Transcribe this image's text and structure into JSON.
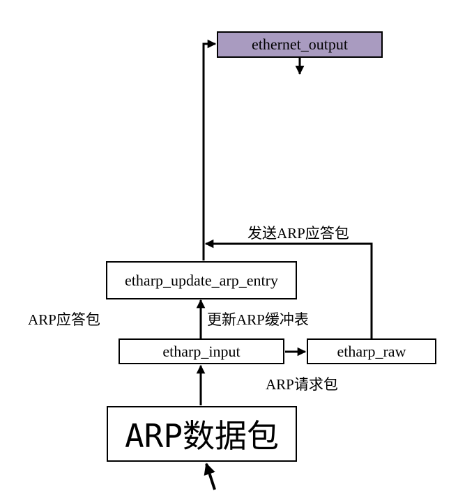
{
  "nodes": {
    "ethernet_output": {
      "text": "ethernet_output",
      "fill": "#a99bc0"
    },
    "update_arp_entry": {
      "text": "etharp_update_arp_entry"
    },
    "etharp_input": {
      "text": "etharp_input"
    },
    "etharp_raw": {
      "text": "etharp_raw"
    },
    "arp_packet": {
      "text": "ARP数据包"
    }
  },
  "labels": {
    "send_reply": "发送ARP应答包",
    "arp_reply": "ARP应答包",
    "update_cache": "更新ARP缓冲表",
    "arp_request": "ARP请求包"
  },
  "colors": {
    "line": "#000000",
    "box_border": "#000000"
  }
}
